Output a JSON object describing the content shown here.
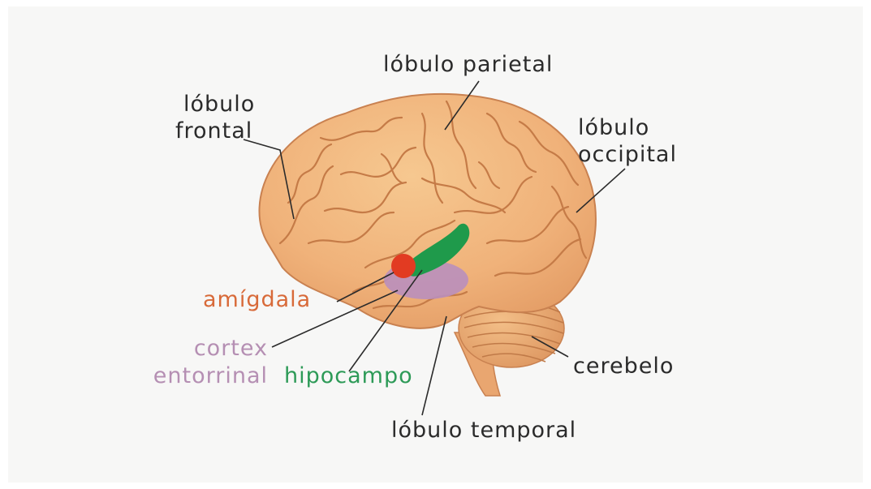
{
  "labels": {
    "parietal": "lóbulo parietal",
    "frontal_1": "lóbulo",
    "frontal_2": "frontal",
    "occipital_1": "lóbulo",
    "occipital_2": "occipital",
    "amygdala": "amígdala",
    "cortex_1": "cortex",
    "cortex_2": "entorrinal",
    "hippocampus": "hipocampo",
    "cerebellum": "cerebelo",
    "temporal": "lóbulo temporal"
  },
  "colors": {
    "brain": "#f0b27a",
    "amygdala": "#e23b22",
    "hippocampus": "#1f9a4b",
    "entorhinal": "#b98fbd",
    "text_dark": "#2b2b2b"
  }
}
